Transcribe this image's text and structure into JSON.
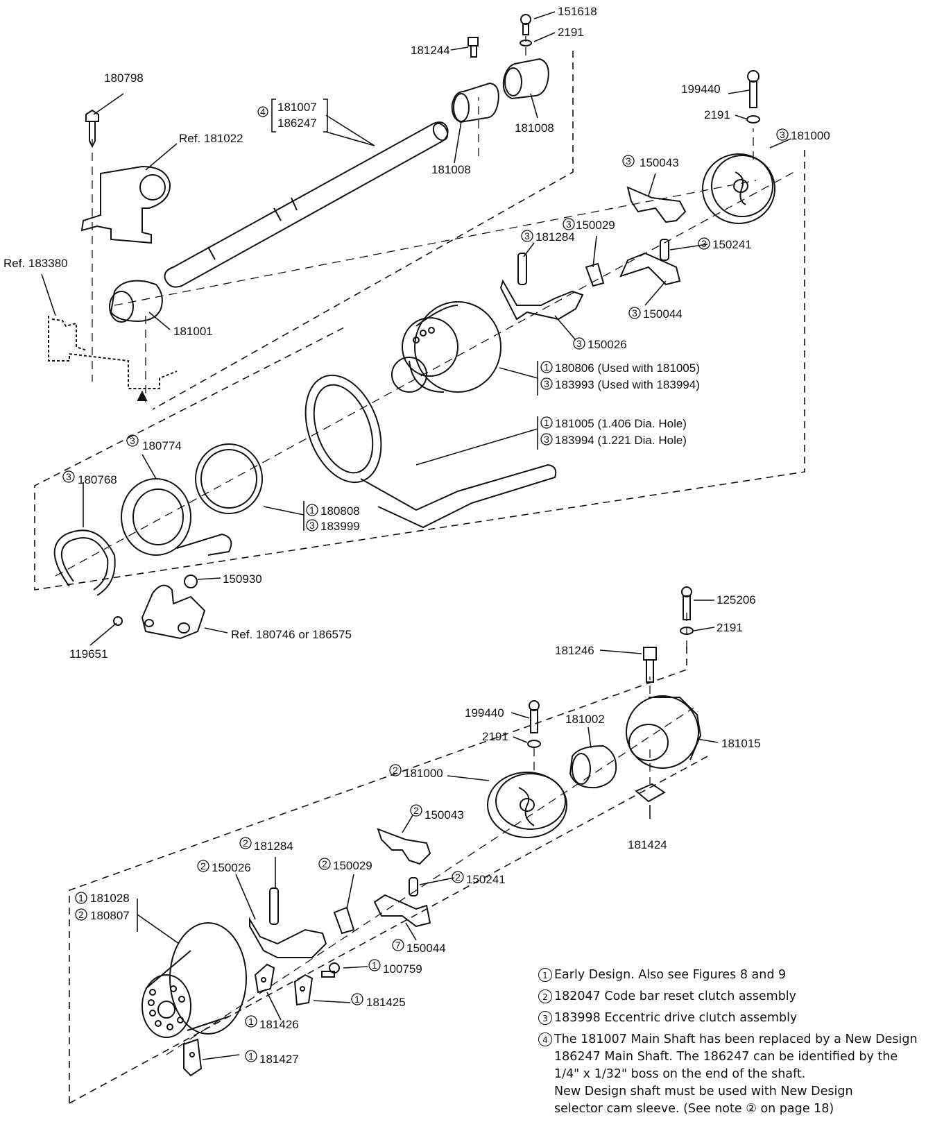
{
  "parts": {
    "p151618": "151618",
    "p2191_top": "2191",
    "p181244": "181244",
    "p180798": "180798",
    "p181007": "181007",
    "p186247": "186247",
    "ref181022": "Ref. 181022",
    "p181008_a": "181008",
    "p181008_b": "181008",
    "p199440_top": "199440",
    "p2191_mid": "2191",
    "p181000_top": "181000",
    "p150043_top": "150043",
    "p150029_top": "150029",
    "p181284_top": "181284",
    "p150241_top": "150241",
    "ref183380": "Ref. 183380",
    "p181001": "181001",
    "p150044_top": "150044",
    "p150026_top": "150026",
    "p180806": "180806 (Used with 181005)",
    "p183993": "183993 (Used with 183994)",
    "p181005": "181005 (1.406 Dia. Hole)",
    "p183994": "183994 (1.221 Dia. Hole)",
    "p180774": "180774",
    "p180768": "180768",
    "p180808": "180808",
    "p183999": "183999",
    "p150930": "150930",
    "ref180746": "Ref. 180746 or 186575",
    "p119651": "119651",
    "p125206": "125206",
    "p2191_low": "2191",
    "p181246": "181246",
    "p199440_low": "199440",
    "p2191_low2": "2191",
    "p181002": "181002",
    "p181015": "181015",
    "p181000_low": "181000",
    "p181424": "181424",
    "p150043_low": "150043",
    "p181284_low": "181284",
    "p150026_low": "150026",
    "p150029_low": "150029",
    "p150241_low": "150241",
    "p181028": "181028",
    "p180807": "180807",
    "p150044_low": "150044",
    "p100759": "100759",
    "p181425": "181425",
    "p181426": "181426",
    "p181427": "181427"
  },
  "callouts": {
    "n1": "1",
    "n2": "2",
    "n3": "3",
    "n4": "4",
    "n7": "7"
  },
  "notes": [
    {
      "num": "1",
      "text": "Early Design.  Also see Figures 8 and 9"
    },
    {
      "num": "2",
      "text": "182047 Code bar reset clutch assembly"
    },
    {
      "num": "3",
      "text": "183998 Eccentric drive clutch assembly"
    },
    {
      "num": "4",
      "text": "The 181007 Main Shaft has been replaced by a New Design\n186247 Main Shaft. The 186247 can be identified by the\n1/4\" x 1/32\" boss on the end of the shaft.\nNew Design shaft must be used with New Design\nselector cam sleeve.  (See note ② on page 18)"
    }
  ]
}
